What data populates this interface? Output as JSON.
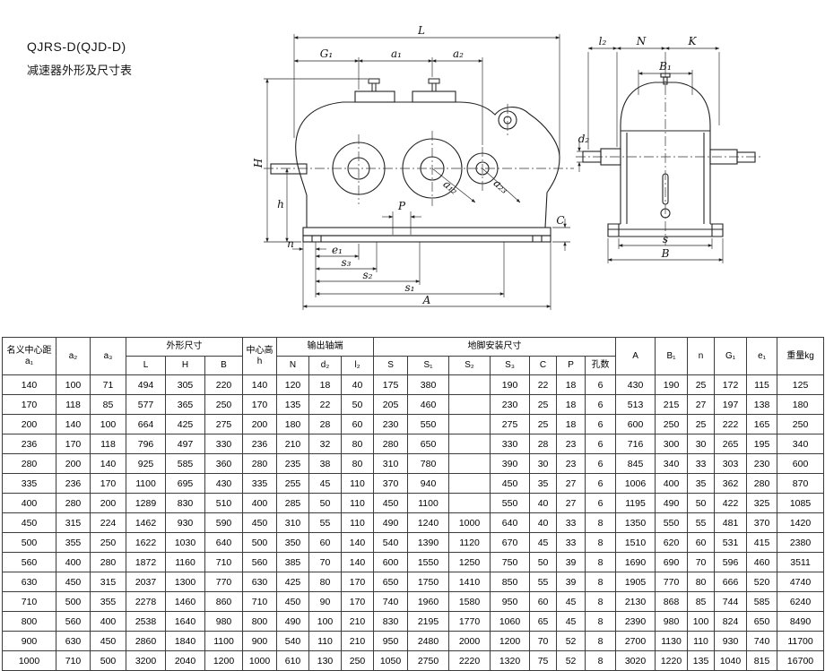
{
  "page": {
    "model": "QJRS-D(QJD-D)",
    "subtitle": "减速器外形及尺寸表"
  },
  "drawing": {
    "main": {
      "L": "L",
      "G1": "G₁",
      "a1": "a₁",
      "a2": "a₂",
      "H": "H",
      "h": "h",
      "n": "n",
      "e1": "e₁",
      "s3": "s₃",
      "s2": "s₂",
      "s1": "s₁",
      "A": "A",
      "P": "P",
      "C": "C",
      "a12": "a₁₂",
      "a23": "a₂₃"
    },
    "end": {
      "l2": "l₂",
      "N": "N",
      "K": "K",
      "B1": "B₁",
      "d2": "d₂",
      "s": "s",
      "B": "B"
    }
  },
  "table": {
    "header": {
      "a1": "名义中心距a₁",
      "a2": "a₂",
      "a3": "a₃",
      "outline": "外形尺寸",
      "L": "L",
      "H": "H",
      "B": "B",
      "center_height": "中心高h",
      "output_shaft": "输出轴端",
      "N": "N",
      "d2": "d₂",
      "l2": "l₂",
      "foot_mount": "地脚安装尺寸",
      "S": "S",
      "S1": "S₁",
      "S2": "S₂",
      "S3": "S₃",
      "C": "C",
      "P": "P",
      "holes": "孔数",
      "A": "A",
      "B1": "B₁",
      "n": "n",
      "G1": "G₁",
      "e1": "e₁",
      "weight": "重量kg"
    },
    "rows": [
      [
        "140",
        "100",
        "71",
        "494",
        "305",
        "220",
        "140",
        "120",
        "18",
        "40",
        "175",
        "380",
        "",
        "190",
        "22",
        "18",
        "6",
        "430",
        "190",
        "25",
        "172",
        "115",
        "125"
      ],
      [
        "170",
        "118",
        "85",
        "577",
        "365",
        "250",
        "170",
        "135",
        "22",
        "50",
        "205",
        "460",
        "",
        "230",
        "25",
        "18",
        "6",
        "513",
        "215",
        "27",
        "197",
        "138",
        "180"
      ],
      [
        "200",
        "140",
        "100",
        "664",
        "425",
        "275",
        "200",
        "180",
        "28",
        "60",
        "230",
        "550",
        "",
        "275",
        "25",
        "18",
        "6",
        "600",
        "250",
        "25",
        "222",
        "165",
        "250"
      ],
      [
        "236",
        "170",
        "118",
        "796",
        "497",
        "330",
        "236",
        "210",
        "32",
        "80",
        "280",
        "650",
        "",
        "330",
        "28",
        "23",
        "6",
        "716",
        "300",
        "30",
        "265",
        "195",
        "340"
      ],
      [
        "280",
        "200",
        "140",
        "925",
        "585",
        "360",
        "280",
        "235",
        "38",
        "80",
        "310",
        "780",
        "",
        "390",
        "30",
        "23",
        "6",
        "845",
        "340",
        "33",
        "303",
        "230",
        "600"
      ],
      [
        "335",
        "236",
        "170",
        "1100",
        "695",
        "430",
        "335",
        "255",
        "45",
        "110",
        "370",
        "940",
        "",
        "450",
        "35",
        "27",
        "6",
        "1006",
        "400",
        "35",
        "362",
        "280",
        "870"
      ],
      [
        "400",
        "280",
        "200",
        "1289",
        "830",
        "510",
        "400",
        "285",
        "50",
        "110",
        "450",
        "1100",
        "",
        "550",
        "40",
        "27",
        "6",
        "1195",
        "490",
        "50",
        "422",
        "325",
        "1085"
      ],
      [
        "450",
        "315",
        "224",
        "1462",
        "930",
        "590",
        "450",
        "310",
        "55",
        "110",
        "490",
        "1240",
        "1000",
        "640",
        "40",
        "33",
        "8",
        "1350",
        "550",
        "55",
        "481",
        "370",
        "1420"
      ],
      [
        "500",
        "355",
        "250",
        "1622",
        "1030",
        "640",
        "500",
        "350",
        "60",
        "140",
        "540",
        "1390",
        "1120",
        "670",
        "45",
        "33",
        "8",
        "1510",
        "620",
        "60",
        "531",
        "415",
        "2380"
      ],
      [
        "560",
        "400",
        "280",
        "1872",
        "1160",
        "710",
        "560",
        "385",
        "70",
        "140",
        "600",
        "1550",
        "1250",
        "750",
        "50",
        "39",
        "8",
        "1690",
        "690",
        "70",
        "596",
        "460",
        "3511"
      ],
      [
        "630",
        "450",
        "315",
        "2037",
        "1300",
        "770",
        "630",
        "425",
        "80",
        "170",
        "650",
        "1750",
        "1410",
        "850",
        "55",
        "39",
        "8",
        "1905",
        "770",
        "80",
        "666",
        "520",
        "4740"
      ],
      [
        "710",
        "500",
        "355",
        "2278",
        "1460",
        "860",
        "710",
        "450",
        "90",
        "170",
        "740",
        "1960",
        "1580",
        "950",
        "60",
        "45",
        "8",
        "2130",
        "868",
        "85",
        "744",
        "585",
        "6240"
      ],
      [
        "800",
        "560",
        "400",
        "2538",
        "1640",
        "980",
        "800",
        "490",
        "100",
        "210",
        "830",
        "2195",
        "1770",
        "1060",
        "65",
        "45",
        "8",
        "2390",
        "980",
        "100",
        "824",
        "650",
        "8490"
      ],
      [
        "900",
        "630",
        "450",
        "2860",
        "1840",
        "1100",
        "900",
        "540",
        "110",
        "210",
        "950",
        "2480",
        "2000",
        "1200",
        "70",
        "52",
        "8",
        "2700",
        "1130",
        "110",
        "930",
        "740",
        "11700"
      ],
      [
        "1000",
        "710",
        "500",
        "3200",
        "2040",
        "1200",
        "1000",
        "610",
        "130",
        "250",
        "1050",
        "2750",
        "2220",
        "1320",
        "75",
        "52",
        "8",
        "3020",
        "1220",
        "135",
        "1040",
        "815",
        "16700"
      ]
    ]
  }
}
